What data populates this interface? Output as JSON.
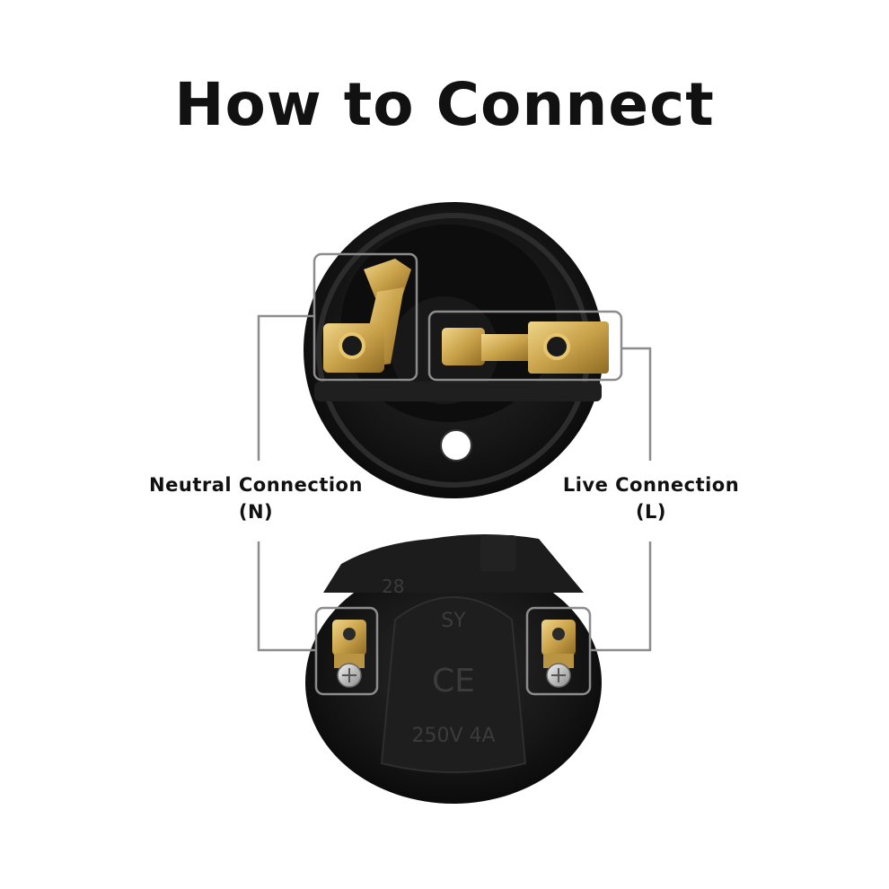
{
  "title": "How to Connect",
  "neutral": {
    "label": "Neutral Connection",
    "code": "(N)"
  },
  "live": {
    "label": "Live Connection",
    "code": "(L)"
  },
  "holder_markings": {
    "number": "28",
    "brand": "SY",
    "mark": "CE",
    "rating": "250V 4A"
  },
  "colors": {
    "body": "#141414",
    "brass": "#c9a24a",
    "callout": "#8c8c8c",
    "text": "#111111"
  }
}
